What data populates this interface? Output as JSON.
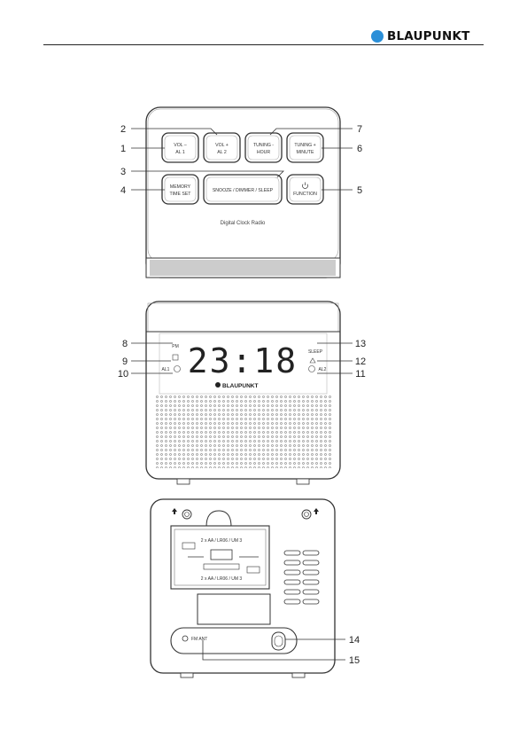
{
  "header": {
    "brand": "BLAUPUNKT",
    "brand_color": "#2b8fd8"
  },
  "top_view": {
    "buttons": {
      "vol_minus": [
        "VOL –",
        "AL 1"
      ],
      "vol_plus": [
        "VOL +",
        "AL 2"
      ],
      "tuning_minus": [
        "TUNING -",
        "HOUR"
      ],
      "tuning_plus": [
        "TUNING +",
        "MINUTE"
      ],
      "memory": [
        "MEMORY",
        "TIME SET"
      ],
      "snooze": "SNOOZE / DIMMER / SLEEP",
      "function": "FUNCTION"
    },
    "product_label": "Digital Clock Radio",
    "callouts": {
      "c1": "1",
      "c2": "2",
      "c3": "3",
      "c4": "4",
      "c5": "5",
      "c6": "6",
      "c7": "7"
    }
  },
  "front_view": {
    "time": "23:18",
    "pm": "PM",
    "al1": "AL1",
    "al2": "AL2",
    "sleep": "SLEEP",
    "brand": "BLAUPUNKT",
    "callouts": {
      "c8": "8",
      "c9": "9",
      "c10": "10",
      "c11": "11",
      "c12": "12",
      "c13": "13"
    }
  },
  "back_view": {
    "battery_label_top": "2 x AA / LR06 / UM 3",
    "battery_label_bottom": "2 x AA / LR06 / UM 3",
    "antenna_label": "FM ANT",
    "callouts": {
      "c14": "14",
      "c15": "15"
    }
  }
}
